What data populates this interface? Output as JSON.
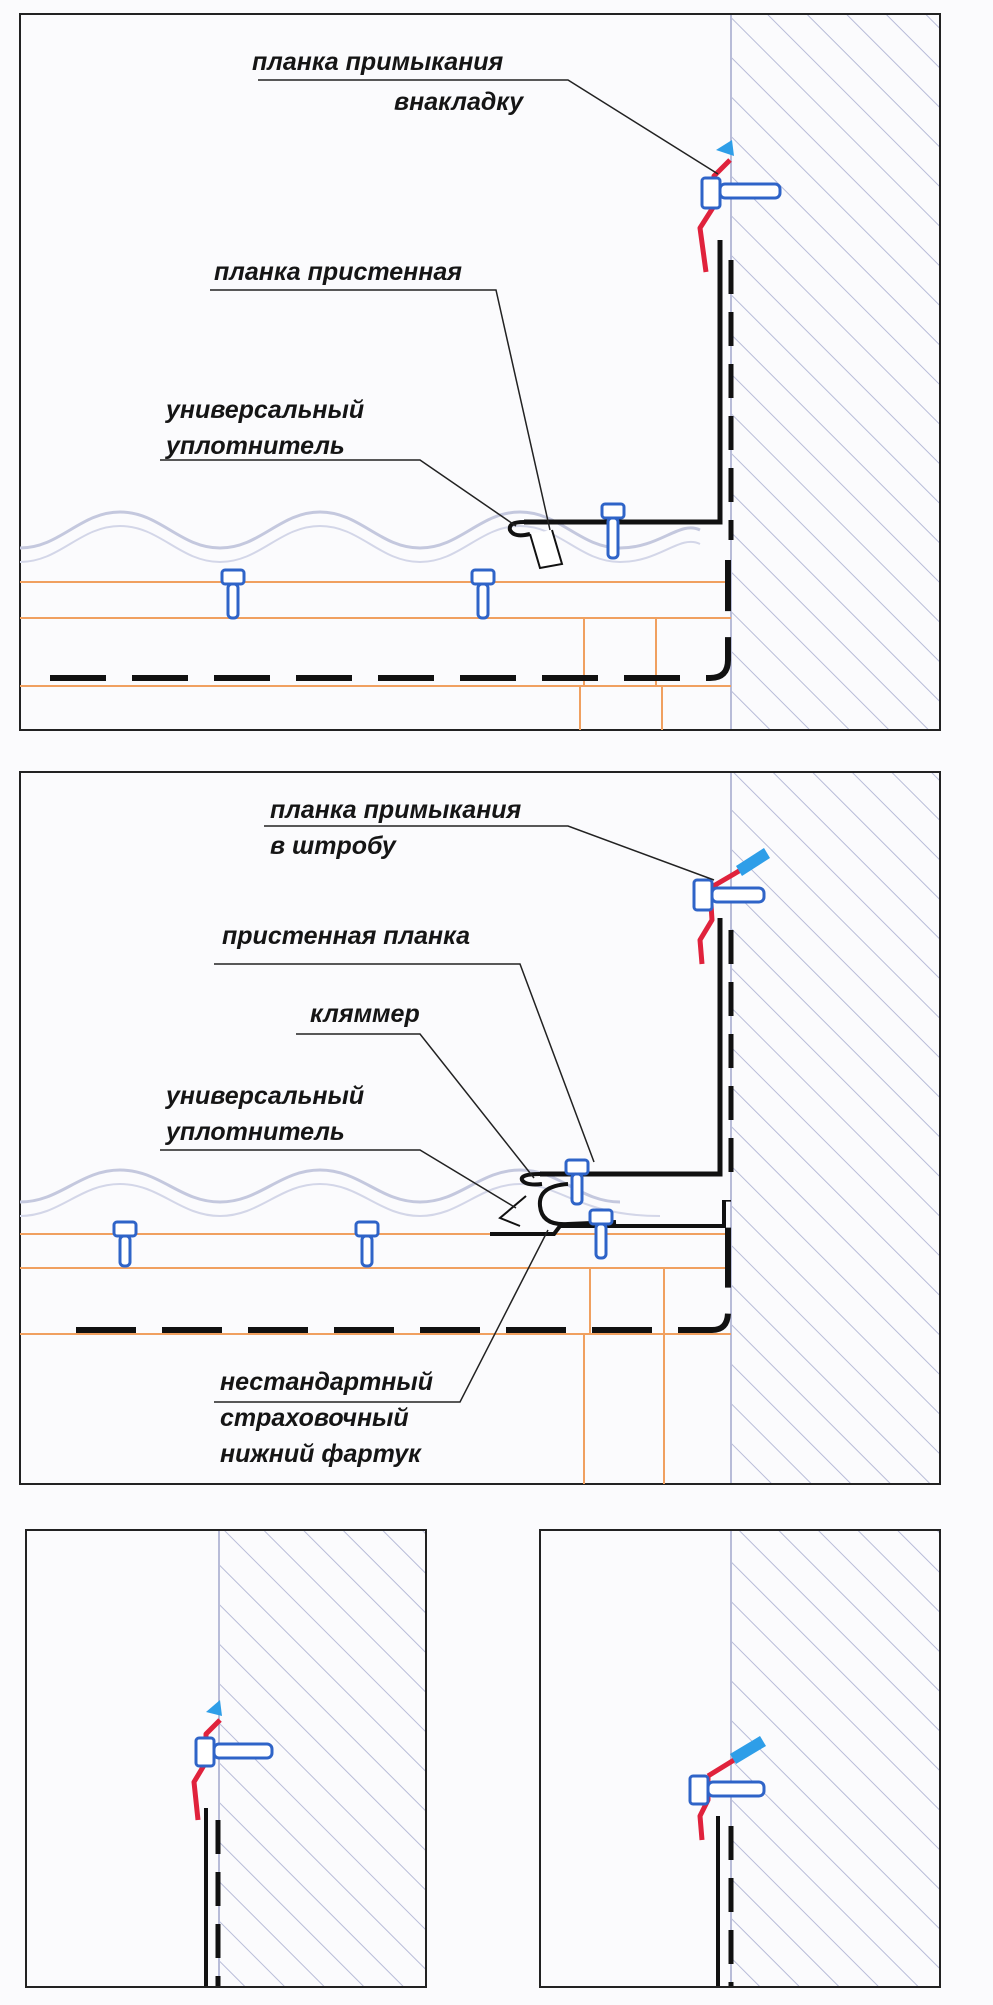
{
  "colors": {
    "wall_hatch": "#b8bcd8",
    "frame": "#222222",
    "timber": "#f0a060",
    "roof_sheet": "#d3d6e8",
    "flashing_red": "#e0223c",
    "screw_blue": "#2f64c8",
    "sealant_blue": "#2e9ee8",
    "black": "#111111"
  },
  "icons": {
    "screw": "screw-icon",
    "sealant": "sealant-icon"
  },
  "top_panel": {
    "label_overlap_1": "планка примыкания",
    "label_overlap_2": "внакладку",
    "label_wall_strip": "планка пристенная",
    "label_sealant_1": "универсальный",
    "label_sealant_2": "уплотнитель"
  },
  "middle_panel": {
    "label_groove_1": "планка примыкания",
    "label_groove_2": "в штробу",
    "label_wall_strip": "пристенная планка",
    "label_clamp": "кляммер",
    "label_sealant_1": "универсальный",
    "label_sealant_2": "уплотнитель",
    "label_apron_1": "нестандартный",
    "label_apron_2": "страховочный",
    "label_apron_3": "нижний фартук"
  }
}
